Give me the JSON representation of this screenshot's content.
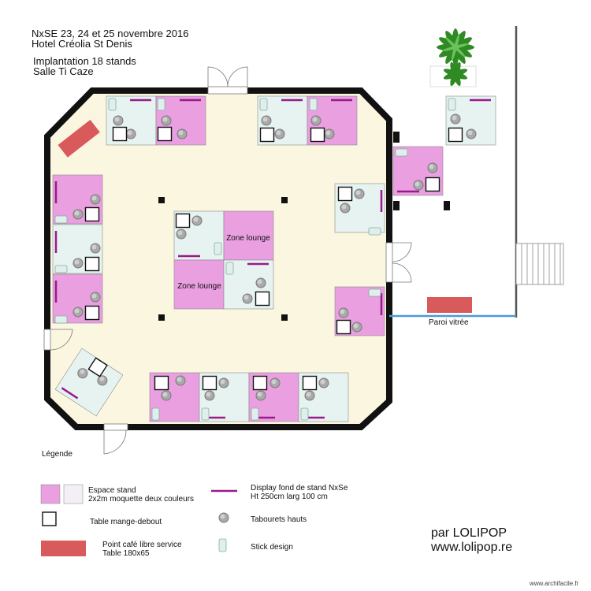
{
  "header": {
    "line1": "NxSE 23, 24 et 25 novembre 2016",
    "line2": "Hotel Créolia St Denis",
    "line3": "Implantation 18 stands",
    "line4": "Salle Ti Caze"
  },
  "plan": {
    "lounge_label": "Zone lounge",
    "glass_wall_label": "Paroi vitrée"
  },
  "legend": {
    "title": "Légende",
    "stand_label_1": "Espace stand",
    "stand_label_2": "2x2m moquette deux couleurs",
    "table_label": "Table mange-debout",
    "cafe_label_1": "Point café libre service",
    "cafe_label_2": "Table 180x65",
    "display_label_1": "Display fond de stand NxSe",
    "display_label_2": "Ht 250cm larg 100 cm",
    "stool_label": "Tabourets hauts",
    "stick_label": "Stick design"
  },
  "credit": {
    "by": "par LOLIPOP",
    "url": "www.lolipop.re",
    "watermark": "www.archifacile.fr"
  },
  "colors": {
    "stand_pink": "#e99fe0",
    "stand_light": "#e6f3f0",
    "floor": "#fbf6df",
    "wall": "#111111",
    "display": "#9a1a8c",
    "cafe": "#d85a5a",
    "glass": "#4a9ad8",
    "stool": "#a9a9a9"
  },
  "icons": [
    "plant-icon",
    "door-icon",
    "stairs-icon",
    "pillar-icon",
    "stool-icon",
    "table-icon",
    "stick-icon"
  ]
}
